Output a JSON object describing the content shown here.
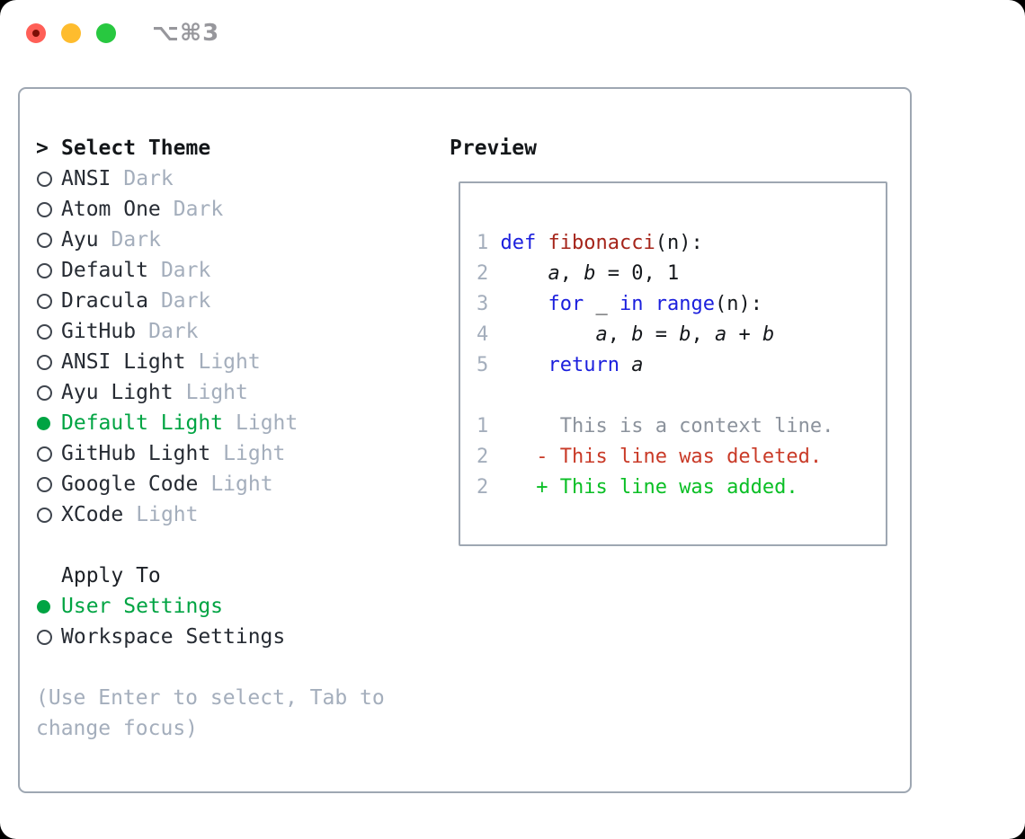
{
  "window": {
    "title": "⌥⌘3",
    "traffic_lights": [
      "close",
      "minimize",
      "zoom"
    ]
  },
  "colors": {
    "selection_green": "#00a443",
    "added_green": "#0abf25",
    "deleted_red": "#c93a27",
    "keyword_blue": "#1b1fdd",
    "function_red": "#a5241a",
    "muted_gray": "#a4aebc",
    "context_gray": "#8b929c",
    "border_gray": "#9ea7b2",
    "traffic_red": "#ff5f57",
    "traffic_yellow": "#febc2e",
    "traffic_green": "#28c840"
  },
  "theme_picker": {
    "header_marker": ">",
    "header": "Select Theme",
    "items": [
      {
        "name": "ANSI",
        "tag": "Dark",
        "selected": false
      },
      {
        "name": "Atom One",
        "tag": "Dark",
        "selected": false
      },
      {
        "name": "Ayu",
        "tag": "Dark",
        "selected": false
      },
      {
        "name": "Default",
        "tag": "Dark",
        "selected": false
      },
      {
        "name": "Dracula",
        "tag": "Dark",
        "selected": false
      },
      {
        "name": "GitHub",
        "tag": "Dark",
        "selected": false
      },
      {
        "name": "ANSI Light",
        "tag": "Light",
        "selected": false
      },
      {
        "name": "Ayu Light",
        "tag": "Light",
        "selected": false
      },
      {
        "name": "Default Light",
        "tag": "Light",
        "selected": true
      },
      {
        "name": "GitHub Light",
        "tag": "Light",
        "selected": false
      },
      {
        "name": "Google Code",
        "tag": "Light",
        "selected": false
      },
      {
        "name": "XCode",
        "tag": "Light",
        "selected": false
      }
    ],
    "apply_to": {
      "header": "Apply To",
      "options": [
        {
          "name": "User Settings",
          "selected": true
        },
        {
          "name": "Workspace Settings",
          "selected": false
        }
      ]
    },
    "hint": "(Use Enter to select, Tab to change focus)"
  },
  "preview": {
    "header": "Preview",
    "code_lines": [
      {
        "num": "1",
        "segments": [
          {
            "t": "def",
            "s": "kw"
          },
          {
            "t": " ",
            "s": "p"
          },
          {
            "t": "fibonacci",
            "s": "fn"
          },
          {
            "t": "(n):",
            "s": "p"
          }
        ]
      },
      {
        "num": "2",
        "segments": [
          {
            "t": "    ",
            "s": "p"
          },
          {
            "t": "a",
            "s": "v"
          },
          {
            "t": ", ",
            "s": "p"
          },
          {
            "t": "b",
            "s": "v"
          },
          {
            "t": " = ",
            "s": "p"
          },
          {
            "t": "0, 1",
            "s": "p"
          }
        ]
      },
      {
        "num": "3",
        "segments": [
          {
            "t": "    ",
            "s": "p"
          },
          {
            "t": "for",
            "s": "kw"
          },
          {
            "t": " _ ",
            "s": "p"
          },
          {
            "t": "in",
            "s": "kw"
          },
          {
            "t": " ",
            "s": "p"
          },
          {
            "t": "range",
            "s": "kw"
          },
          {
            "t": "(n):",
            "s": "p"
          }
        ]
      },
      {
        "num": "4",
        "segments": [
          {
            "t": "        ",
            "s": "p"
          },
          {
            "t": "a",
            "s": "v"
          },
          {
            "t": ", ",
            "s": "p"
          },
          {
            "t": "b",
            "s": "v"
          },
          {
            "t": " = ",
            "s": "p"
          },
          {
            "t": "b",
            "s": "v"
          },
          {
            "t": ", ",
            "s": "p"
          },
          {
            "t": "a",
            "s": "v"
          },
          {
            "t": " + ",
            "s": "p"
          },
          {
            "t": "b",
            "s": "v"
          }
        ]
      },
      {
        "num": "5",
        "segments": [
          {
            "t": "    ",
            "s": "p"
          },
          {
            "t": "return",
            "s": "kw"
          },
          {
            "t": " ",
            "s": "p"
          },
          {
            "t": "a",
            "s": "v"
          }
        ]
      }
    ],
    "diff_lines": [
      {
        "num": "1",
        "segments": [
          {
            "t": "     ",
            "s": "p"
          },
          {
            "t": "This is a context line.",
            "s": "ctx"
          }
        ]
      },
      {
        "num": "2",
        "segments": [
          {
            "t": "   ",
            "s": "p"
          },
          {
            "t": "- This line was deleted.",
            "s": "del"
          }
        ]
      },
      {
        "num": "2",
        "segments": [
          {
            "t": "   ",
            "s": "p"
          },
          {
            "t": "+ This line was added.",
            "s": "add"
          }
        ]
      }
    ]
  }
}
